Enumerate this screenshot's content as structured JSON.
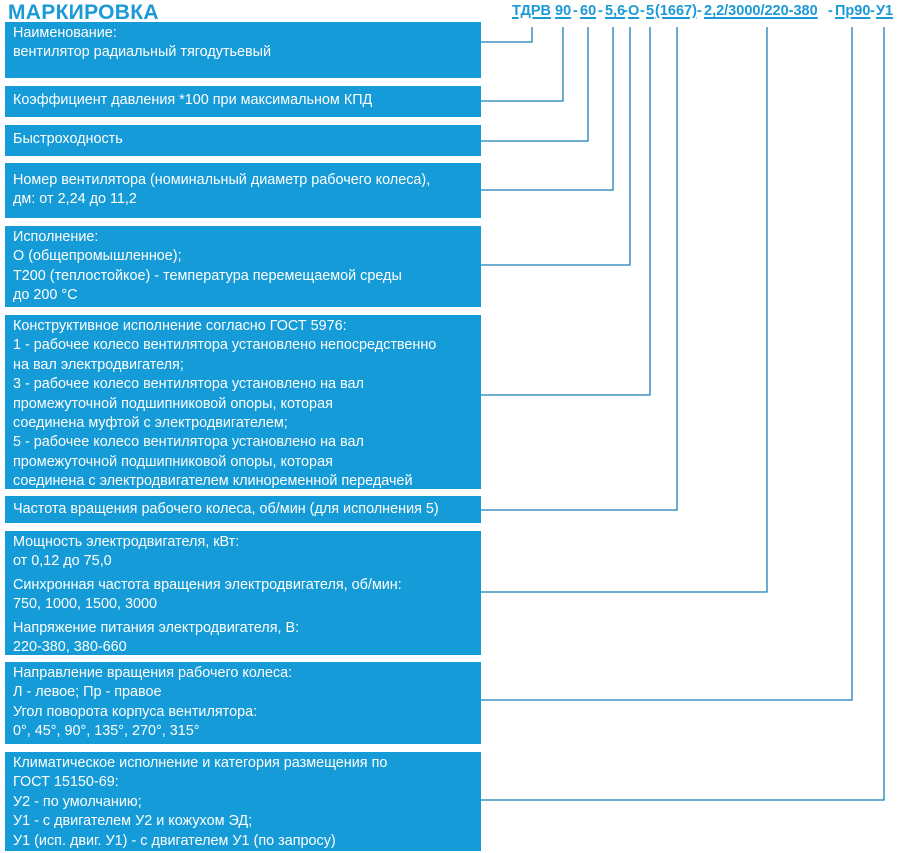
{
  "header": {
    "title": "МАРКИРОВКА",
    "code_parts": [
      "ТДРВ",
      "90",
      "-",
      "60",
      "-",
      "5,6",
      "-",
      "О",
      "-",
      "5",
      "(1667)",
      "-",
      "2,2/3000/220-380",
      "-",
      "Пр90",
      "-",
      "У1"
    ]
  },
  "boxes": [
    {
      "lines": [
        "Наименование:",
        "вентилятор радиальный тягодутьевый"
      ]
    },
    {
      "lines": [
        "Коэффициент давления *100 при максимальном КПД"
      ]
    },
    {
      "lines": [
        "Быстроходность"
      ]
    },
    {
      "lines": [
        "Номер вентилятора (номинальный диаметр рабочего колеса),",
        "дм: от 2,24 до 11,2"
      ]
    },
    {
      "lines": [
        "Исполнение:",
        "О (общепромышленное);",
        "Т200 (теплостойкое) - температура перемещаемой среды",
        "до 200 °С"
      ]
    },
    {
      "lines": [
        "Конструктивное исполнение согласно ГОСТ 5976:",
        "1 - рабочее колесо вентилятора установлено непосредственно",
        "на вал электродвигателя;",
        "3 - рабочее колесо вентилятора установлено на вал",
        "промежуточной подшипниковой опоры, которая",
        "соединена муфтой с электродвигателем;",
        "5 - рабочее колесо вентилятора установлено на вал",
        "промежуточной подшипниковой опоры, которая",
        "соединена с электродвигателем клиноременной передачей"
      ]
    },
    {
      "lines": [
        "Частота вращения рабочего колеса, об/мин (для исполнения 5)"
      ]
    },
    {
      "lines": [
        "Мощность электродвигателя, кВт:",
        "от 0,12 до 75,0",
        "Синхронная частота вращения электродвигателя, об/мин:",
        "750, 1000, 1500, 3000",
        "Напряжение питания электродвигателя, В:",
        "220-380, 380-660"
      ]
    },
    {
      "lines": [
        "Направление вращения рабочего колеса:",
        "Л - левое; Пр - правое",
        "Угол поворота корпуса вентилятора:",
        "0°, 45°, 90°, 135°, 270°, 315°"
      ]
    },
    {
      "lines": [
        "Климатическое исполнение и категория размещения по",
        "ГОСТ 15150-69:",
        "У2 - по умолчанию;",
        "У1 - с двигателем У2 и кожухом ЭД;",
        "У1 (исп. двиг. У1) - с двигателем У1 (по запросу)"
      ]
    }
  ],
  "colors": {
    "accent": "#159bd7",
    "title": "#1a9ad6",
    "connector": "#1a7fb8"
  }
}
